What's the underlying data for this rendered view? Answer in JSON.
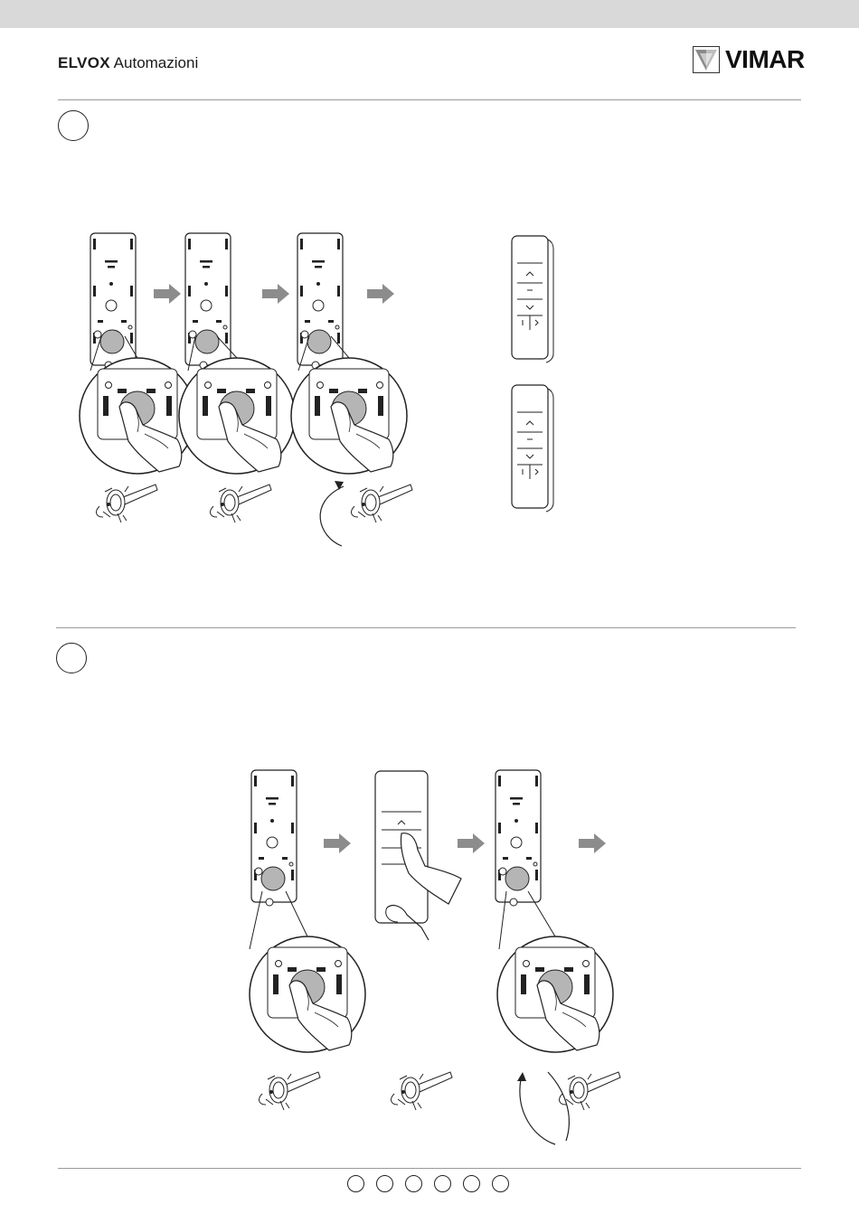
{
  "header": {
    "brand_bold": "ELVOX",
    "brand_light": "Automazioni",
    "logo_text": "VIMAR",
    "logo_icon": "vimar-v-icon"
  },
  "section1": {
    "step_icon": "blank-step-circle-icon"
  },
  "section2": {
    "step_icon": "blank-step-circle-icon"
  },
  "footer": {
    "language_icons": [
      "circle-icon",
      "circle-icon",
      "circle-icon",
      "circle-icon",
      "circle-icon",
      "circle-icon"
    ]
  },
  "colors": {
    "topbar": "#d9d9d9",
    "rule": "#9a9a9a",
    "arrow": "#8c8c8c",
    "button": "#b5b5b5"
  }
}
